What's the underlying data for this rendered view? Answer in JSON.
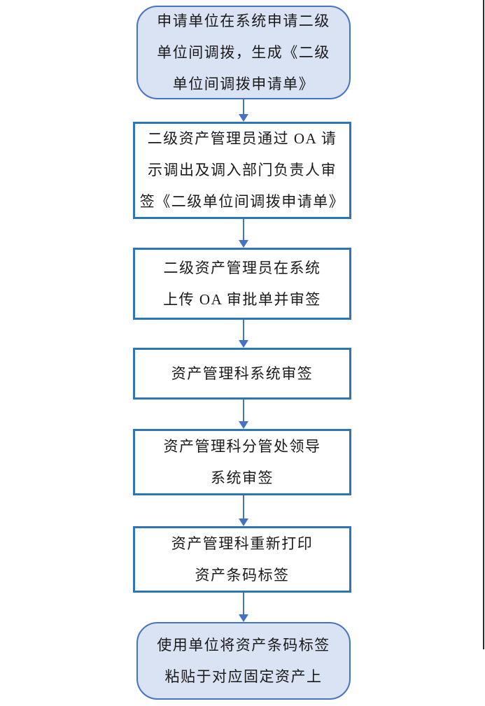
{
  "page": {
    "background_color": "#ffffff",
    "right_edge_line_color": "#2b2b2b"
  },
  "flowchart": {
    "colors": {
      "terminator_fill": "#dae3f3",
      "terminator_border": "#4472c4",
      "process_fill": "#ffffff",
      "process_border": "#2e75b6",
      "arrow": "#4472c4",
      "text": "#1a1a1a"
    },
    "nodes": [
      {
        "id": "start",
        "shape": "terminator",
        "label": "申请单位在系统申请二级\n单位间调拨，生成《二级\n单位间调拨申请单》"
      },
      {
        "id": "oa-approval",
        "shape": "process",
        "label": "二级资产管理员通过 OA 请\n示调出及调入部门负责人审\n签《二级单位间调拨申请单》"
      },
      {
        "id": "upload-oa-form",
        "shape": "process",
        "label": "二级资产管理员在系统\n上传 OA 审批单并审签"
      },
      {
        "id": "asset-dept-sign",
        "shape": "process",
        "label": "资产管理科系统审签"
      },
      {
        "id": "leader-sign",
        "shape": "process",
        "label": "资产管理科分管处领导\n系统审签"
      },
      {
        "id": "reprint-barcode",
        "shape": "process",
        "label": "资产管理科重新打印\n资产条码标签"
      },
      {
        "id": "end",
        "shape": "terminator",
        "label": "使用单位将资产条码标签\n粘贴于对应固定资产上"
      }
    ]
  }
}
